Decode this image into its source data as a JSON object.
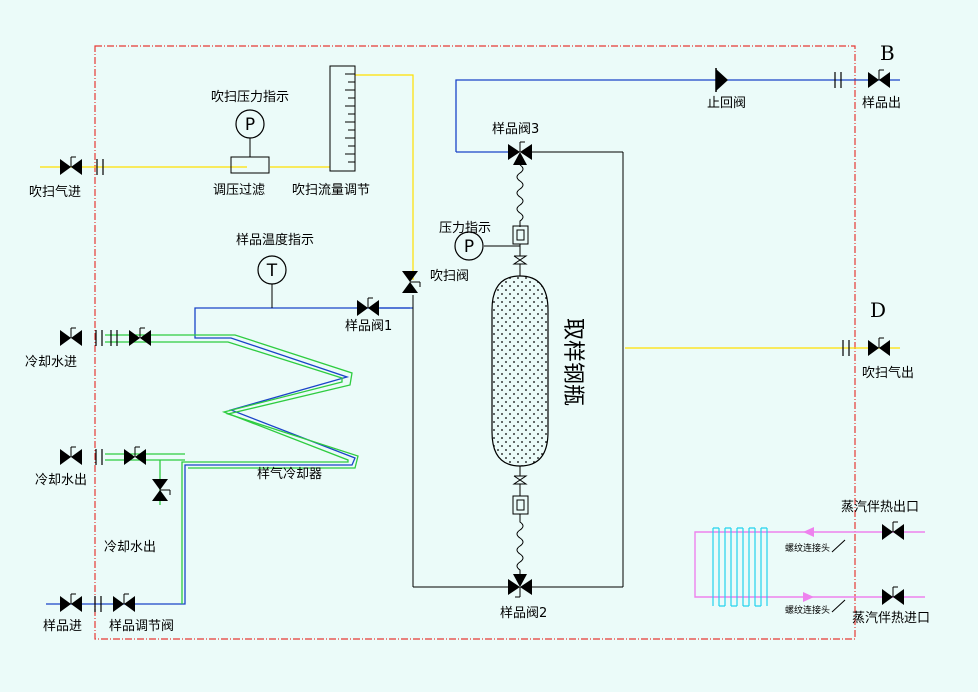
{
  "labels": {
    "purge_gas_in": "吹扫气进",
    "purge_pressure_indicator": "吹扫压力指示",
    "pressure_regulating_filter": "调压过滤",
    "purge_flow_regulation": "吹扫流量调节",
    "sample_temperature_indicator": "样品温度指示",
    "sample_valve_1": "样品阀1",
    "purge_valve": "吹扫阀",
    "pressure_indicator": "压力指示",
    "sample_valve_3": "样品阀3",
    "check_valve": "止回阀",
    "sample_out": "样品出",
    "sampling_cylinder": "取样钢瓶",
    "cooling_water_in": "冷却水进",
    "cooling_water_out_left": "冷却水出",
    "sample_cooler": "样气冷却器",
    "cooling_water_out": "冷却水出",
    "sample_in": "样品进",
    "sample_regulating_valve": "样品调节阀",
    "sample_valve_2": "样品阀2",
    "purge_gas_out": "吹扫气出",
    "steam_tracing_out": "蒸汽伴热出口",
    "steam_tracing_in": "蒸汽伴热进口",
    "threaded_connector_top": "螺纹连接头",
    "threaded_connector_bottom": "螺纹连接头",
    "connection_b": "B",
    "connection_d": "D",
    "gauge_p1": "P",
    "gauge_p2": "P",
    "gauge_t": "T"
  },
  "colors": {
    "background": "#ebfbf9",
    "boundary": "#e53935",
    "purge_line": "#ffe000",
    "sample_line": "#1a44c8",
    "cooling_line": "#2ecc40",
    "steam_line": "#ee82ee",
    "heater_coil": "#22d3ee",
    "black_line": "#000000"
  },
  "icons": [
    "gate-valve-icon",
    "check-valve-icon",
    "pressure-gauge-icon",
    "temperature-gauge-icon",
    "flowmeter-icon",
    "flange-icon",
    "three-way-valve-icon"
  ]
}
